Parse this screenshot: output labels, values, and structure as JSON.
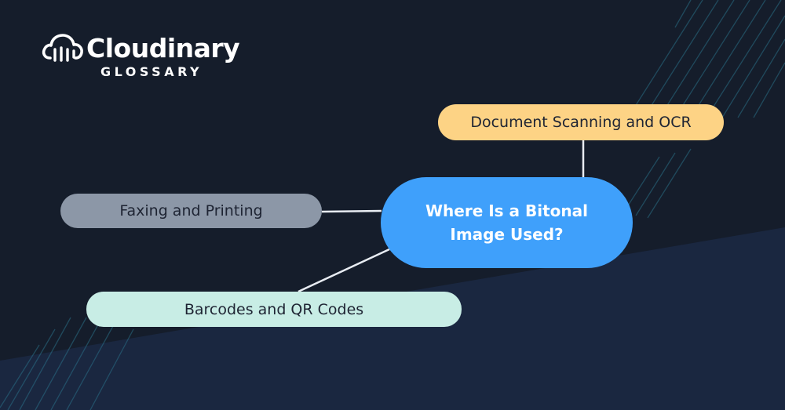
{
  "brand": {
    "name": "Cloudinary",
    "subtitle": "GLOSSARY"
  },
  "diagram": {
    "center": "Where Is a Bitonal Image Used?",
    "branches": [
      "Document Scanning and OCR",
      "Faxing and Printing",
      "Barcodes and QR Codes"
    ]
  },
  "colors": {
    "background": "#151d2b",
    "center_node": "#3fa0fb",
    "branch_ocr": "#fdd385",
    "branch_fax": "#8c97a7",
    "branch_barcodes": "#c8ede5"
  }
}
